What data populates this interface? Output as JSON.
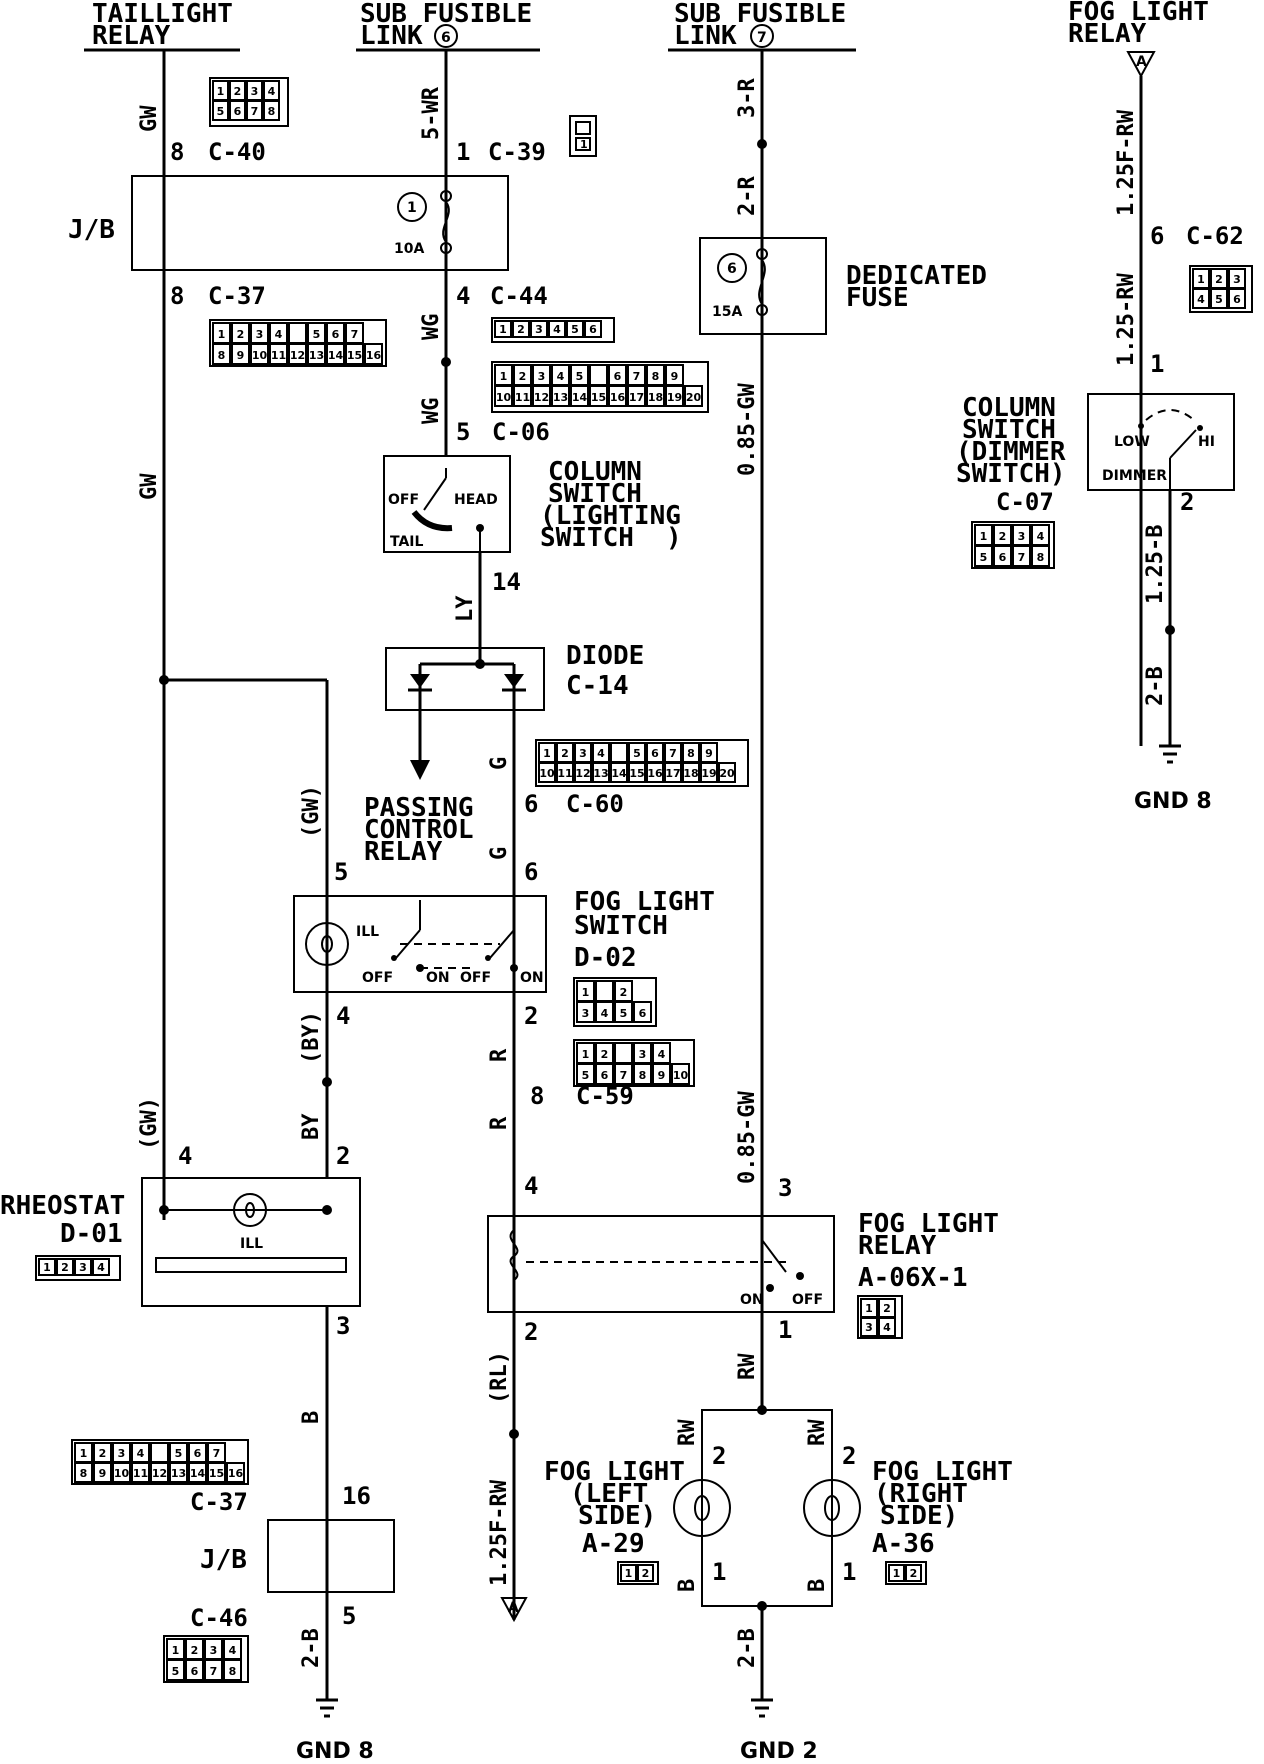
{
  "top_labels": {
    "taillight_relay": [
      "TAILLIGHT",
      "RELAY"
    ],
    "sub_fusible_link_6": [
      "SUB FUSIBLE",
      "LINK",
      "6"
    ],
    "sub_fusible_link_7": [
      "SUB FUSIBLE",
      "LINK",
      "7"
    ],
    "fog_light_relay_top": [
      "FOG LIGHT",
      "RELAY"
    ]
  },
  "components": {
    "jb": "J/B",
    "fuse1": {
      "num": "1",
      "rating": "10A"
    },
    "fuse6": {
      "num": "6",
      "rating": "15A"
    },
    "dedicated_fuse": [
      "DEDICATED",
      "FUSE"
    ],
    "column_lighting": [
      "COLUMN",
      "SWITCH",
      "(LIGHTING",
      "SWITCH",
      ")"
    ],
    "lighting_positions": {
      "off": "OFF",
      "head": "HEAD",
      "tail": "TAIL"
    },
    "diode": [
      "DIODE",
      "C-14"
    ],
    "passing": [
      "PASSING",
      "CONTROL",
      "RELAY"
    ],
    "fog_switch": [
      "FOG LIGHT",
      "SWITCH",
      "D-02"
    ],
    "switch_pos": {
      "ill": "ILL",
      "off": "OFF",
      "on": "ON"
    },
    "rheostat": [
      "RHEOSTAT",
      "D-01"
    ],
    "fog_relay": [
      "FOG LIGHT",
      "RELAY",
      "A-06X-1"
    ],
    "dimmer": [
      "COLUMN",
      "SWITCH",
      "(DIMMER",
      "SWITCH)",
      "C-07"
    ],
    "dimmer_pos": {
      "low": "LOW",
      "hi": "HI",
      "dimmer": "DIMMER"
    },
    "fog_left": [
      "FOG LIGHT",
      "(LEFT",
      "SIDE)",
      "A-29"
    ],
    "fog_right": [
      "FOG LIGHT",
      "(RIGHT",
      "SIDE)",
      "A-36"
    ],
    "connector_A": "A"
  },
  "connectors": {
    "c40": "C-40",
    "c39": "C-39",
    "c37": "C-37",
    "c44": "C-44",
    "c06": "C-06",
    "c60": "C-60",
    "c59": "C-59",
    "c62": "C-62",
    "c46": "C-46"
  },
  "pins": {
    "p8a": "8",
    "p1a": "1",
    "p8b": "8",
    "p4a": "4",
    "p5a": "5",
    "p14": "14",
    "p6a": "6",
    "p5b": "5",
    "p6b": "6",
    "p4b": "4",
    "p2a": "2",
    "p8c": "8",
    "p4c": "4",
    "p2b": "2",
    "p4d": "4",
    "p3a": "3",
    "p2c": "2",
    "p3b": "3",
    "p1b": "1",
    "p16": "16",
    "p5c": "5",
    "p6c": "6",
    "p1c": "1",
    "p2d": "2",
    "p2e": "2",
    "p1d": "1",
    "p2f": "2",
    "p1e": "1"
  },
  "wires": {
    "gw_top": "GW",
    "gw_mid": "GW",
    "wr5": "5-WR",
    "wg1": "WG",
    "wg2": "WG",
    "ly": "LY",
    "r3": "3-R",
    "r2": "2-R",
    "gw085a": "0.85-GW",
    "g1": "G",
    "g2": "G",
    "gw_p1": "(GW)",
    "by_p": "(BY)",
    "by": "BY",
    "gw_p2": "(GW)",
    "r1": "R",
    "r2b": "R",
    "gw085b": "0.85-GW",
    "b1": "B",
    "rl": "(RL)",
    "rw125f": "1.25F-RW",
    "b2": "2-B",
    "rw_a": "RW",
    "rw_b": "RW",
    "rw_c": "RW",
    "b_l": "B",
    "b_r": "B",
    "b2_gnd2": "2-B",
    "rw125f_r": "1.25F-RW",
    "rw125": "1.25-RW",
    "b125": "1.25-B",
    "b2r": "2-B"
  },
  "grounds": {
    "gnd8_left": "GND 8",
    "gnd2": "GND 2",
    "gnd8_right": "GND 8"
  },
  "cells": {
    "c40": [
      [
        "1",
        "2",
        "3",
        "4"
      ],
      [
        "5",
        "6",
        "7",
        "8"
      ]
    ],
    "c39": [
      "1"
    ],
    "c37a": [
      [
        "1",
        "2",
        "3",
        "4",
        "",
        "5",
        "6",
        "7"
      ],
      [
        "8",
        "9",
        "10",
        "11",
        "12",
        "13",
        "14",
        "15",
        "16"
      ]
    ],
    "c44": [
      "1",
      "2",
      "3",
      "4",
      "5",
      "6"
    ],
    "c06": [
      [
        "1",
        "2",
        "3",
        "4",
        "5",
        "",
        "6",
        "7",
        "8",
        "9"
      ],
      [
        "10",
        "11",
        "12",
        "13",
        "14",
        "15",
        "16",
        "17",
        "18",
        "19",
        "20"
      ]
    ],
    "c62": [
      [
        "1",
        "2",
        "3"
      ],
      [
        "4",
        "5",
        "6"
      ]
    ],
    "c07": [
      [
        "1",
        "2",
        "3",
        "4"
      ],
      [
        "5",
        "6",
        "7",
        "8"
      ]
    ],
    "c60": [
      [
        "1",
        "2",
        "3",
        "4",
        "",
        "5",
        "6",
        "7",
        "8",
        "9"
      ],
      [
        "10",
        "11",
        "12",
        "13",
        "14",
        "15",
        "16",
        "17",
        "18",
        "19",
        "20"
      ]
    ],
    "d02": [
      [
        "1",
        "",
        "2"
      ],
      [
        "3",
        "4",
        "5",
        "6"
      ]
    ],
    "c59": [
      [
        "1",
        "2",
        "",
        "3",
        "4"
      ],
      [
        "5",
        "6",
        "7",
        "8",
        "9",
        "10"
      ]
    ],
    "d01": [
      "1",
      "2",
      "3",
      "4"
    ],
    "a06": [
      [
        "1",
        "2"
      ],
      [
        "3",
        "4"
      ]
    ],
    "c37b": [
      [
        "1",
        "2",
        "3",
        "4",
        "",
        "5",
        "6",
        "7"
      ],
      [
        "8",
        "9",
        "10",
        "11",
        "12",
        "13",
        "14",
        "15",
        "16"
      ]
    ],
    "c46": [
      [
        "1",
        "2",
        "3",
        "4"
      ],
      [
        "5",
        "6",
        "7",
        "8"
      ]
    ],
    "a29": [
      "1",
      "2"
    ],
    "a36": [
      "1",
      "2"
    ]
  }
}
